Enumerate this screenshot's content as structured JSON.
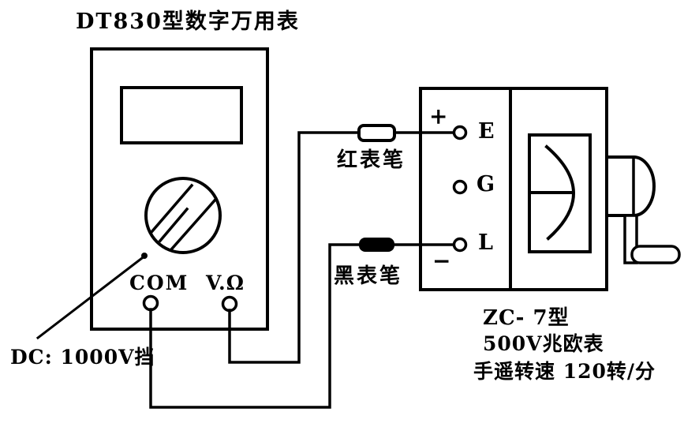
{
  "multimeter": {
    "title": "DT830型数字万用表",
    "com_jack": "COM",
    "vohm_jack": "V.Ω",
    "range_note": "DC: 1000V挡"
  },
  "probes": {
    "red": "红表笔",
    "black": "黑表笔"
  },
  "megohmmeter": {
    "plus": "+",
    "minus": "−",
    "terminals": {
      "e": "E",
      "g": "G",
      "l": "L"
    },
    "model": "ZC- 7型",
    "rating": "500V兆欧表",
    "crank_speed": "手遥转速 120转/分"
  },
  "colors": {
    "ink": "#000000",
    "paper": "#ffffff"
  }
}
